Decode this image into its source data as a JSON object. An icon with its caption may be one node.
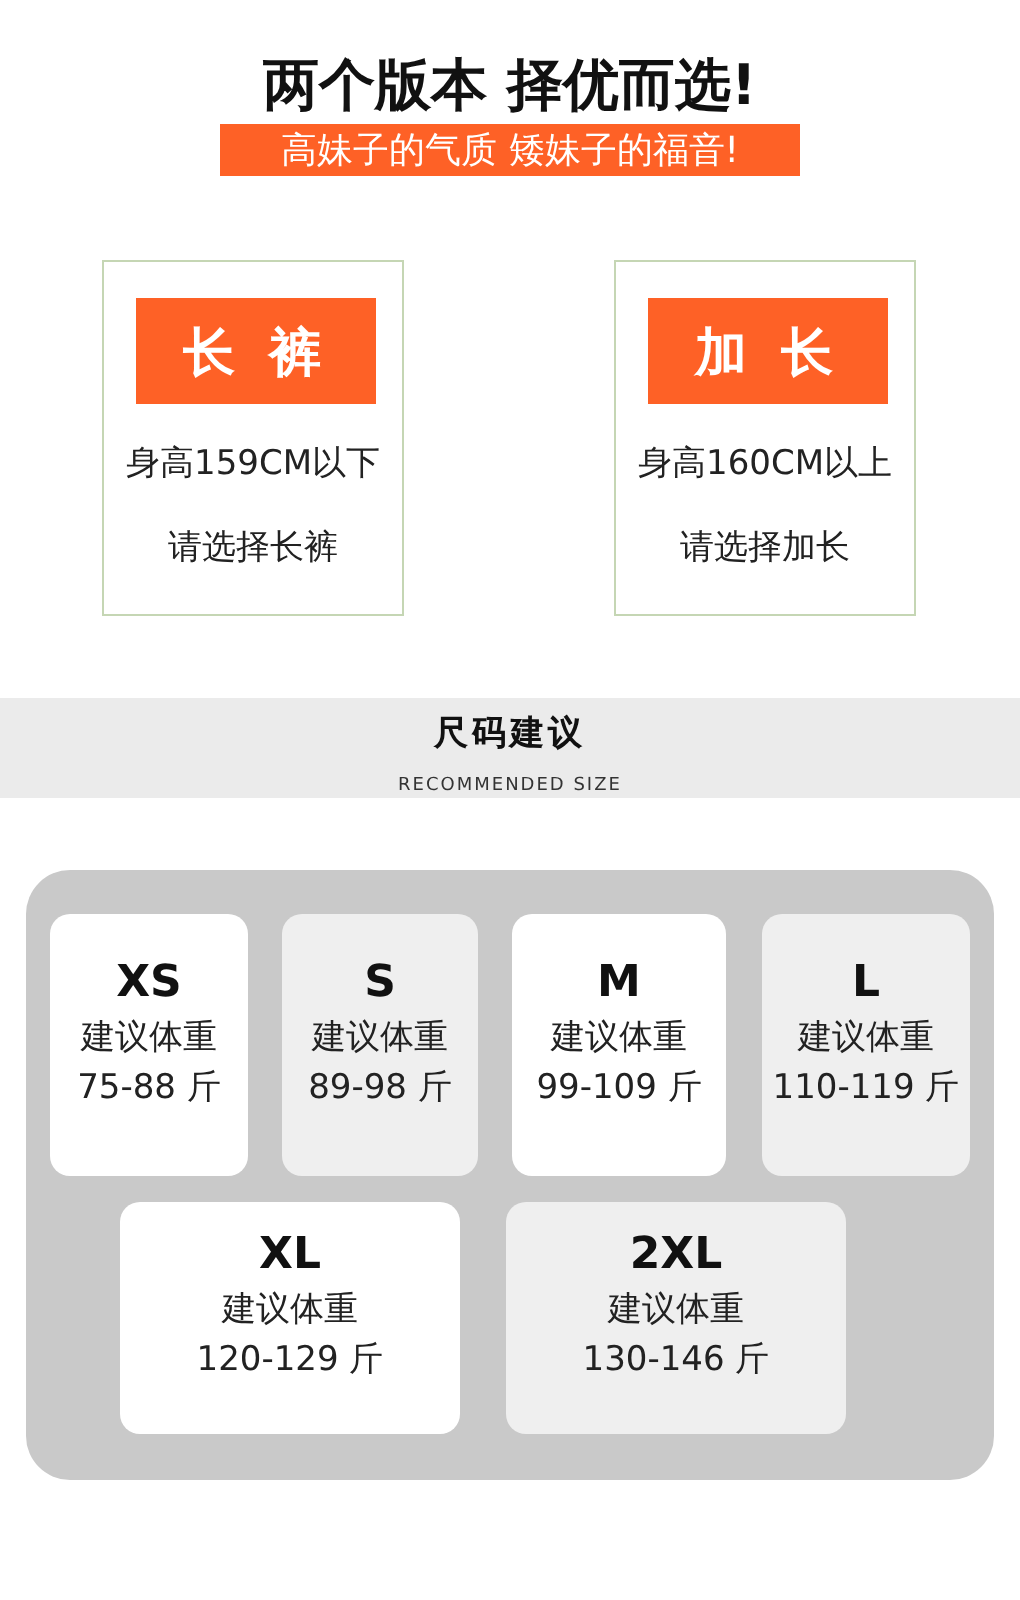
{
  "diagram": {
    "title": "两个版本 择优而选!",
    "nodes": [
      {
        "text": [
          "高妹子的气质 矮妹子的福音!"
        ]
      },
      {
        "text": [
          "身高159CM以下",
          "请选择长裤"
        ]
      },
      {
        "text": [
          "长 裤"
        ],
        "in": 1
      },
      {
        "text": [
          "身高160CM以上",
          "请选择加长"
        ]
      },
      {
        "text": [
          "加 长"
        ],
        "in": 3
      },
      {
        "text": [
          "尺码建议",
          "RECOMMENDED SIZE"
        ]
      },
      {
        "text": [],
        "shape": "box"
      },
      {
        "text": [
          "XS",
          "建议体重",
          "75-88 斤"
        ],
        "in": 6
      },
      {
        "text": [
          "S",
          "建议体重",
          "89-98 斤"
        ],
        "in": 6
      },
      {
        "text": [
          "M",
          "建议体重",
          "99-109 斤"
        ],
        "in": 6
      },
      {
        "text": [
          "L",
          "建议体重",
          "110-119 斤"
        ],
        "in": 6
      },
      {
        "text": [
          "XL",
          "建议体重",
          "120-129 斤"
        ],
        "in": 6
      },
      {
        "text": [
          "2XL",
          "建议体重",
          "130-146 斤"
        ],
        "in": 6
      }
    ],
    "edges": []
  }
}
